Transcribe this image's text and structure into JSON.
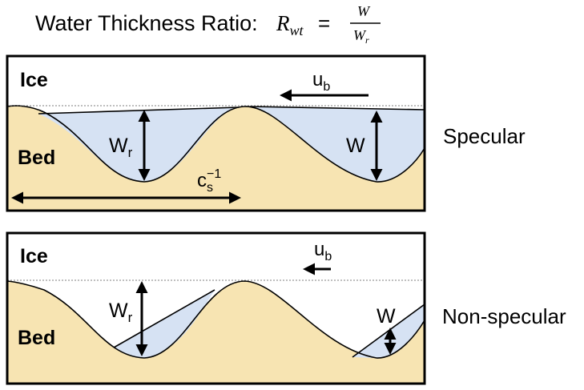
{
  "title": {
    "prefix": "Water Thickness Ratio: ",
    "lhs_base": "R",
    "lhs_sub": "wt",
    "equals": "=",
    "numerator": "W",
    "denominator_base": "W",
    "denominator_sub": "r"
  },
  "panels": [
    {
      "id": "specular",
      "label": "Specular",
      "ice_label": "Ice",
      "bed_label": "Bed",
      "velocity_base": "u",
      "velocity_sub": "b",
      "wr_base": "W",
      "wr_sub": "r",
      "w_label": "W",
      "wavelength_base": "c",
      "wavelength_sub": "s",
      "wavelength_sup": "−1"
    },
    {
      "id": "non-specular",
      "label": "Non-specular",
      "ice_label": "Ice",
      "bed_label": "Bed",
      "velocity_base": "u",
      "velocity_sub": "b",
      "wr_base": "W",
      "wr_sub": "r",
      "w_label": "W"
    }
  ],
  "colors": {
    "bed": "#F7E4B2",
    "water": "#D6E2F3",
    "ice": "#FFFFFF",
    "outline": "#000000"
  }
}
